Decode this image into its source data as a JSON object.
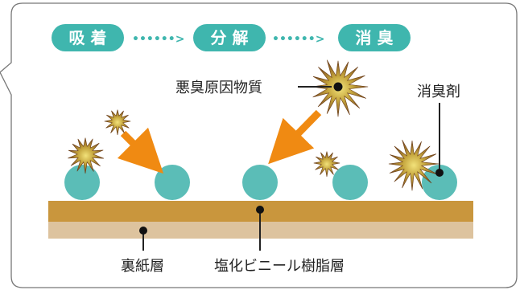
{
  "steps": [
    {
      "label": "吸 着"
    },
    {
      "label": "分 解"
    },
    {
      "label": "消 臭"
    }
  ],
  "step_connector": "••••••>",
  "labels": {
    "odor_source": "悪臭原因物質",
    "deodorant": "消臭剤",
    "backing_paper": "裏紙層",
    "vinyl_layer": "塩化ビニール樹脂層"
  },
  "colors": {
    "teal": "#3fb6ae",
    "deodorant_circle": "#5bbdb7",
    "orange_arrow": "#f08a12",
    "vinyl_layer": "#c9963d",
    "paper_layer": "#ddc39e",
    "border": "#777777",
    "text": "#222222"
  },
  "icons": [
    "odor-particle-icon",
    "deodorant-particle-icon",
    "reaction-arrow-icon"
  ]
}
